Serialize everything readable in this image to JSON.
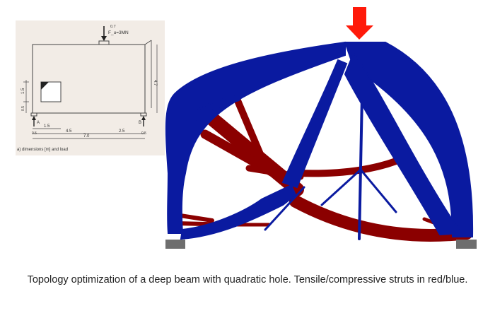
{
  "caption": "Topology optimization of a deep beam with quadratic hole. Tensile/compressive struts in red/blue.",
  "sketch": {
    "load_value": "F_u=3MN",
    "load_offset": "0.7",
    "height": "4.7",
    "hole_height": "1.5",
    "support_height": "0.5",
    "dim_hole_offset": "1.5",
    "dim_left": "4.5",
    "dim_right": "2.5",
    "dim_total": "7.0",
    "support_width_left": "0.5",
    "support_width_right": "0.5",
    "support_label_a": "A",
    "support_label_b": "B",
    "subcaption": "a) dimensions [m] and load"
  },
  "colors": {
    "compression": "#0a1aa0",
    "tension": "#8b0000",
    "load_arrow": "#ff1a0a",
    "support": "#6e6e6e",
    "sketch_paper": "#f2ece6"
  }
}
